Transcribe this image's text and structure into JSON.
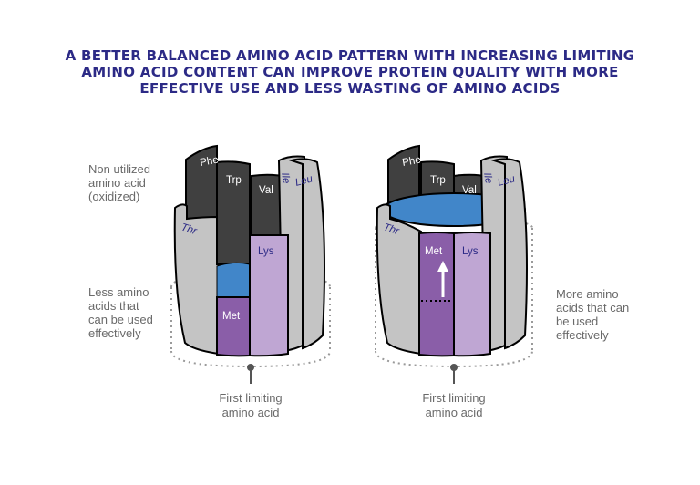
{
  "title": {
    "line1": "A BETTER BALANCED AMINO ACID PATTERN WITH INCREASING LIMITING",
    "line2": "AMINO ACID CONTENT CAN IMPROVE PROTEIN QUALITY WITH MORE",
    "line3": "EFFECTIVE USE AND LESS WASTING OF AMINO ACIDS"
  },
  "left_barrel": {
    "staves": {
      "phe": "Phe",
      "trp": "Trp",
      "val": "Val",
      "ile": "Ile",
      "leu": "Leu",
      "thr": "Thr",
      "lys": "Lys",
      "met": "Met"
    },
    "note_top": [
      "Non utilized",
      "amino acid",
      "(oxidized)"
    ],
    "note_bottom": [
      "Less amino",
      "acids that",
      "can be used",
      "effectively"
    ],
    "caption": [
      "First limiting",
      "amino acid"
    ]
  },
  "right_barrel": {
    "staves": {
      "phe": "Phe",
      "trp": "Trp",
      "val": "Val",
      "ile": "Ile",
      "leu": "Leu",
      "thr": "Thr",
      "lys": "Lys",
      "met": "Met"
    },
    "note_side": [
      "More amino",
      "acids that can",
      "be used",
      "effectively"
    ],
    "caption": [
      "First limiting",
      "amino acid"
    ]
  },
  "colors": {
    "title": "#2c2a86",
    "dark_stave": "#404040",
    "light_stave": "#c4c4c4",
    "met": "#8a5ea8",
    "lys": "#bfa6d3",
    "water": "#4186c9",
    "note": "#6a6a6a"
  }
}
